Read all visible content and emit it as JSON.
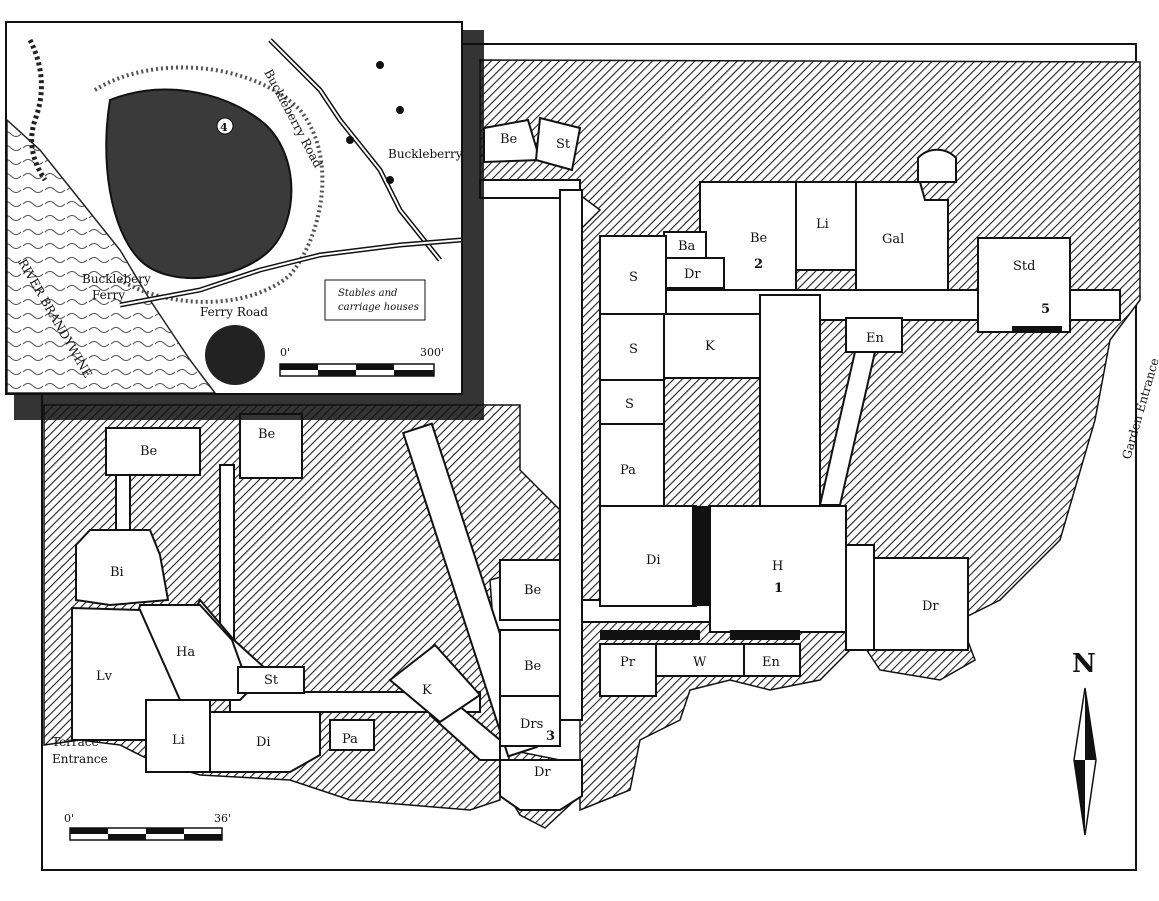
{
  "inset_map": {
    "labels": {
      "road_north": "Buckleberry Road",
      "town": "Buckleberry",
      "ferry": "Bucklebery Ferry",
      "ferry_road": "Ferry Road",
      "river": "RIVER BRANDYWINE",
      "stables": "Stables and carriage houses",
      "site_number": "4",
      "scale_start": "0'",
      "scale_end": "300'"
    }
  },
  "floor_plan": {
    "rooms": {
      "be_top": "Be",
      "st_top": "St",
      "ba": "Ba",
      "dr_small": "Dr",
      "be2": "Be",
      "be2_num": "2",
      "li_top": "Li",
      "gal": "Gal",
      "std": "Std",
      "std_num": "5",
      "s1": "S",
      "s2": "S",
      "s3": "S",
      "k_east": "K",
      "en_top": "En",
      "pa_east": "Pa",
      "di_east": "Di",
      "h": "H",
      "h_num": "1",
      "dr_east": "Dr",
      "pr": "Pr",
      "w": "W",
      "en_bottom": "En",
      "be_mid1": "Be",
      "be_mid2": "Be",
      "drs": "Drs",
      "drs_num": "3",
      "dr_south": "Dr",
      "be_west1": "Be",
      "be_west2": "Be",
      "bi": "Bi",
      "ha": "Ha",
      "lv": "Lv",
      "st_west": "St",
      "k_west": "K",
      "li_west": "Li",
      "di_west": "Di",
      "pa_west": "Pa"
    },
    "labels": {
      "terrace_entrance": "Terrace Entrance",
      "garden_entrance": "Garden Entrance",
      "north": "N",
      "scale_start": "0'",
      "scale_end": "36'"
    }
  }
}
